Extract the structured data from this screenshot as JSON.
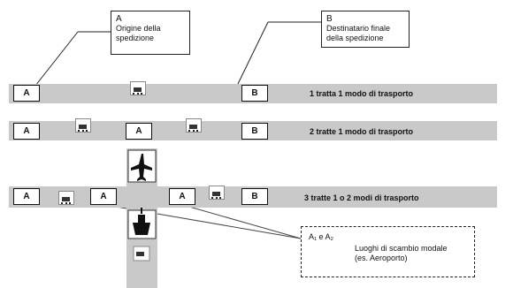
{
  "callouts": {
    "a": {
      "letter": "A",
      "line1": "Origine della",
      "line2": "spedizione"
    },
    "b": {
      "letter": "B",
      "line1": "Destinatario finale",
      "line2": "della spedizione"
    },
    "interchange": {
      "title": "A₁ e A₂",
      "line1": "Luoghi di scambio modale",
      "line2": "(es. Aeroporto)"
    }
  },
  "rows": [
    {
      "label": "1 tratta 1 modo di trasporto",
      "nodes": [
        "A",
        "B"
      ]
    },
    {
      "label": "2 tratte 1 modo di trasporto",
      "nodes": [
        "A",
        "A",
        "B"
      ]
    },
    {
      "label": "3 tratte 1 o 2 modi di trasporto",
      "nodes": [
        "A",
        "A",
        "A",
        "B"
      ]
    }
  ],
  "icons": {
    "vehicle": "truck-icon",
    "air": "airplane-icon",
    "sea": "ship-icon"
  },
  "colors": {
    "band": "#c9c9c9",
    "border": "#111111"
  }
}
